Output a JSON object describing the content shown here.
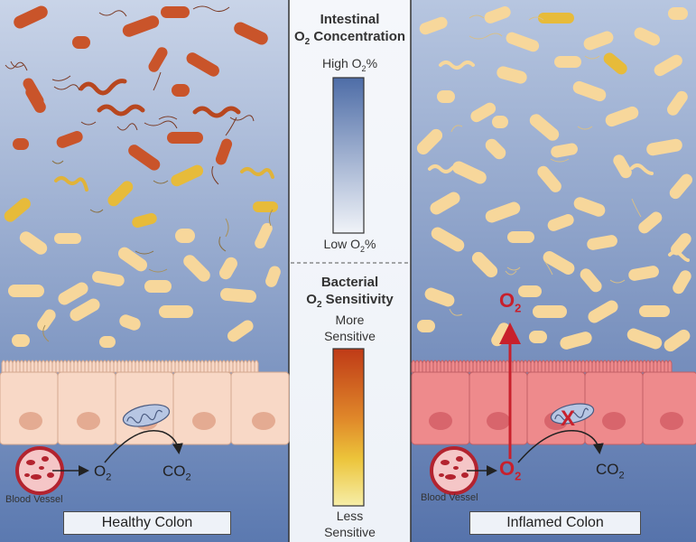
{
  "center": {
    "oxygen_title_line1": "Intestinal",
    "oxygen_title_line2_prefix": "O",
    "oxygen_title_line2_sub": "2",
    "oxygen_title_line2_suffix": " Concentration",
    "high_label_prefix": "High O",
    "high_label_sub": "2",
    "high_label_suffix": "%",
    "low_label_prefix": "Low O",
    "low_label_sub": "2",
    "low_label_suffix": "%",
    "bacterial_title_line1": "Bacterial",
    "bacterial_title_line2_prefix": "O",
    "bacterial_title_line2_sub": "2",
    "bacterial_title_line2_suffix": " Sensitivity",
    "more_label_line1": "More",
    "more_label_line2": "Sensitive",
    "less_label_line1": "Less",
    "less_label_line2": "Sensitive"
  },
  "left_panel": {
    "label": "Healthy Colon",
    "blood_vessel_label": "Blood Vessel",
    "o2_prefix": "O",
    "o2_sub": "2",
    "co2_prefix": "CO",
    "co2_sub": "2"
  },
  "right_panel": {
    "label": "Inflamed Colon",
    "blood_vessel_label": "Blood Vessel",
    "o2_prefix": "O",
    "o2_sub": "2",
    "o2_top_prefix": "O",
    "o2_top_sub": "2",
    "co2_prefix": "CO",
    "co2_sub": "2",
    "blocked_mark": "X"
  },
  "colors": {
    "lumen_top": "#c9d4e8",
    "lumen_bottom": "#5b79b0",
    "healthy_cell": "#f8d8c6",
    "inflamed_cell": "#ee8a8c",
    "obligate_anaerobe": "#c9542a",
    "facultative": "#e7bb3a",
    "aerotolerant": "#f7d79b",
    "oxygen_red": "#d0212d",
    "scale_high": "#4e6da7",
    "scale_low": "#f0f3f8",
    "sens_high": "#c3421c",
    "sens_low": "#f6eea8"
  }
}
